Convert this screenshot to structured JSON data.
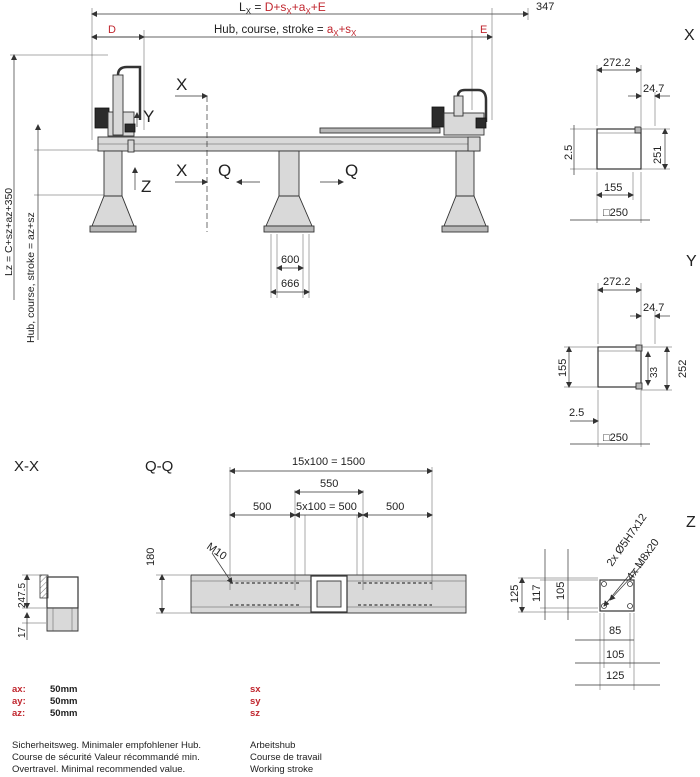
{
  "top": {
    "lx_prefix": "L",
    "lx_sub": "X",
    "lx_eq": " = ",
    "lx_formula_red": "D+s",
    "lx_s_sub": "X",
    "lx_plus": "+a",
    "lx_a_sub": "X",
    "lx_e": "+E",
    "dim_347": "347",
    "label_d": "D",
    "label_e": "E",
    "hub_text": "Hub, course, stroke = ",
    "hub_red_a": "a",
    "hub_a_sub": "X",
    "hub_red_plus": "+s",
    "hub_s_sub": "X"
  },
  "left_vertical": {
    "lz_text": "Lz = C+sz+az+350",
    "hub_text": "Hub, course, stroke = az+sz"
  },
  "main_view": {
    "label_x_top": "X",
    "label_y": "Y",
    "label_z": "Z",
    "label_x_bottom": "X",
    "label_q_left": "Q",
    "label_q_right": "Q",
    "dim_600": "600",
    "dim_666": "666"
  },
  "section_x": {
    "title": "X",
    "w_272": "272.2",
    "w_24": "24.7",
    "h_2_5": "2.5",
    "h_251": "251",
    "w_155": "155",
    "sq_250": "□250"
  },
  "section_y": {
    "title": "Y",
    "w_272": "272.2",
    "w_24": "24.7",
    "h_155": "155",
    "h_33": "33",
    "h_252": "252",
    "h_2_5": "2.5",
    "sq_250": "□250"
  },
  "section_xx": {
    "title": "X-X",
    "h_247": "247.5",
    "h_17": "17"
  },
  "section_qq": {
    "title": "Q-Q",
    "dim_total": "15x100 = 1500",
    "dim_550": "550",
    "dim_500_left": "500",
    "dim_mid": "5x100 = 500",
    "dim_500_right": "500",
    "dim_180": "180",
    "label_m10": "M10"
  },
  "section_z": {
    "title": "Z",
    "label_bore": "2x Ø5H7x12",
    "label_thread": "4x M8x20",
    "h_125": "125",
    "h_117": "117",
    "h_105": "105",
    "w_85": "85",
    "w_105": "105",
    "w_125": "125"
  },
  "legend": {
    "ax_key": "ax:",
    "ax_val": "50mm",
    "ay_key": "ay:",
    "ay_val": "50mm",
    "az_key": "az:",
    "az_val": "50mm",
    "sx": "sx",
    "sy": "sy",
    "sz": "sz",
    "overtravel_de": "Sicherheitsweg. Minimaler empfohlener Hub.",
    "overtravel_fr": "Course de sécurité Valeur récommandé min.",
    "overtravel_en": "Overtravel. Minimal recommended value.",
    "stroke_de": "Arbeitshub",
    "stroke_fr": "Course de travail",
    "stroke_en": "Working stroke"
  },
  "colors": {
    "accent_red": "#c0262e",
    "part_gray": "#d9d9d9",
    "line": "#333333"
  }
}
